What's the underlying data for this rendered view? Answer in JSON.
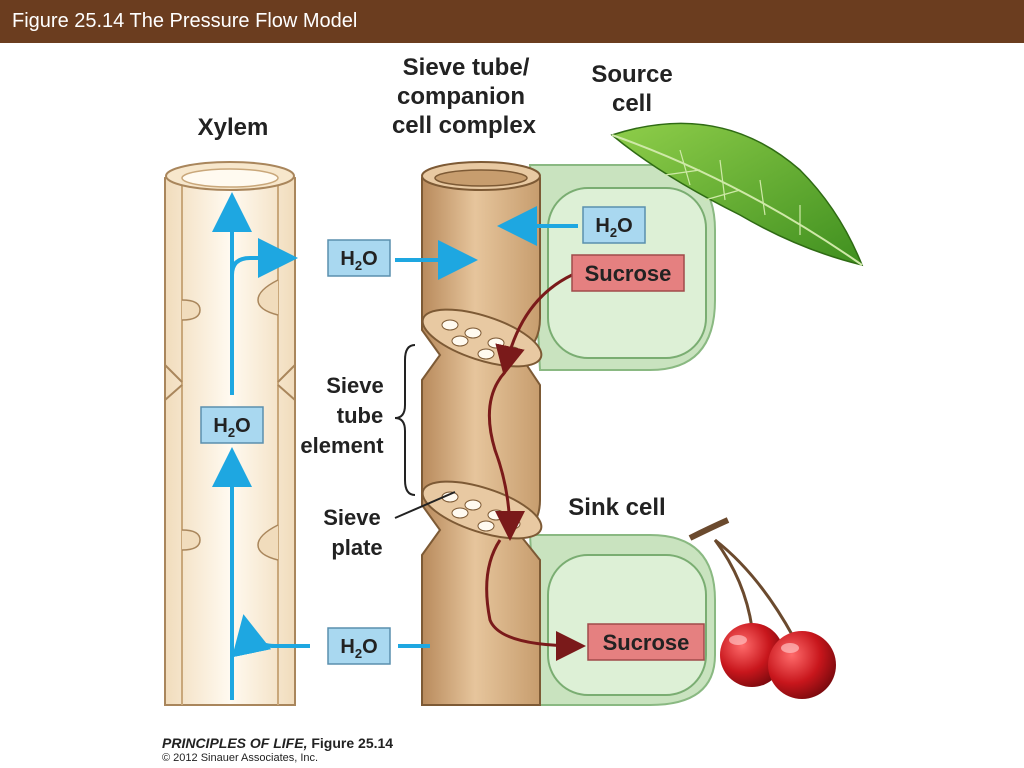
{
  "header": {
    "title": "Figure 25.14  The Pressure Flow Model"
  },
  "labels": {
    "xylem": "Xylem",
    "sieve_complex": [
      "Sieve tube/",
      "companion",
      "cell complex"
    ],
    "source_cell": [
      "Source",
      "cell"
    ],
    "sieve_tube_element": [
      "Sieve",
      "tube",
      "element"
    ],
    "sieve_plate": [
      "Sieve",
      "plate"
    ],
    "sink_cell": "Sink cell"
  },
  "boxes": {
    "water": "H2O",
    "sucrose": "Sucrose"
  },
  "credit": {
    "book": "PRINCIPLES OF LIFE,",
    "figure": " Figure 25.14",
    "copyright": "© 2012 Sinauer Associates, Inc."
  },
  "colors": {
    "title_bar": "#6b3d1f",
    "water_arrow": "#1ea7e1",
    "sucrose_arrow": "#7a1a1a",
    "water_box": "#a9d8f0",
    "sucrose_box": "#e58080",
    "tube_fill": "#dbb48a",
    "cell_fill": "#d8ecd0"
  }
}
